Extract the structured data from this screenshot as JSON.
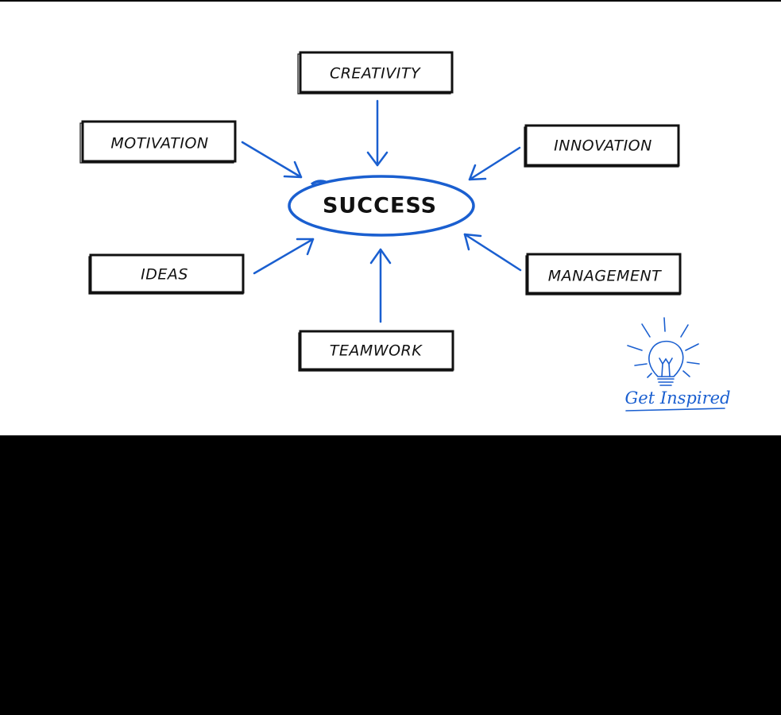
{
  "diagram": {
    "center": "SUCCESS",
    "nodes": [
      {
        "id": "creativity",
        "label": "CREATIVITY"
      },
      {
        "id": "motivation",
        "label": "MOTIVATION"
      },
      {
        "id": "innovation",
        "label": "INNOVATION"
      },
      {
        "id": "ideas",
        "label": "IDEAS"
      },
      {
        "id": "management",
        "label": "MANAGEMENT"
      },
      {
        "id": "teamwork",
        "label": "TEAMWORK"
      }
    ],
    "edges": [
      {
        "from": "creativity",
        "to": "success"
      },
      {
        "from": "motivation",
        "to": "success"
      },
      {
        "from": "innovation",
        "to": "success"
      },
      {
        "from": "ideas",
        "to": "success"
      },
      {
        "from": "management",
        "to": "success"
      },
      {
        "from": "teamwork",
        "to": "success"
      }
    ]
  },
  "badge": {
    "text": "Get Inspired",
    "icon": "lightbulb-icon"
  },
  "colors": {
    "accent": "#1a5fd0",
    "ink": "#111111",
    "board": "#ffffff",
    "background": "#000000"
  }
}
